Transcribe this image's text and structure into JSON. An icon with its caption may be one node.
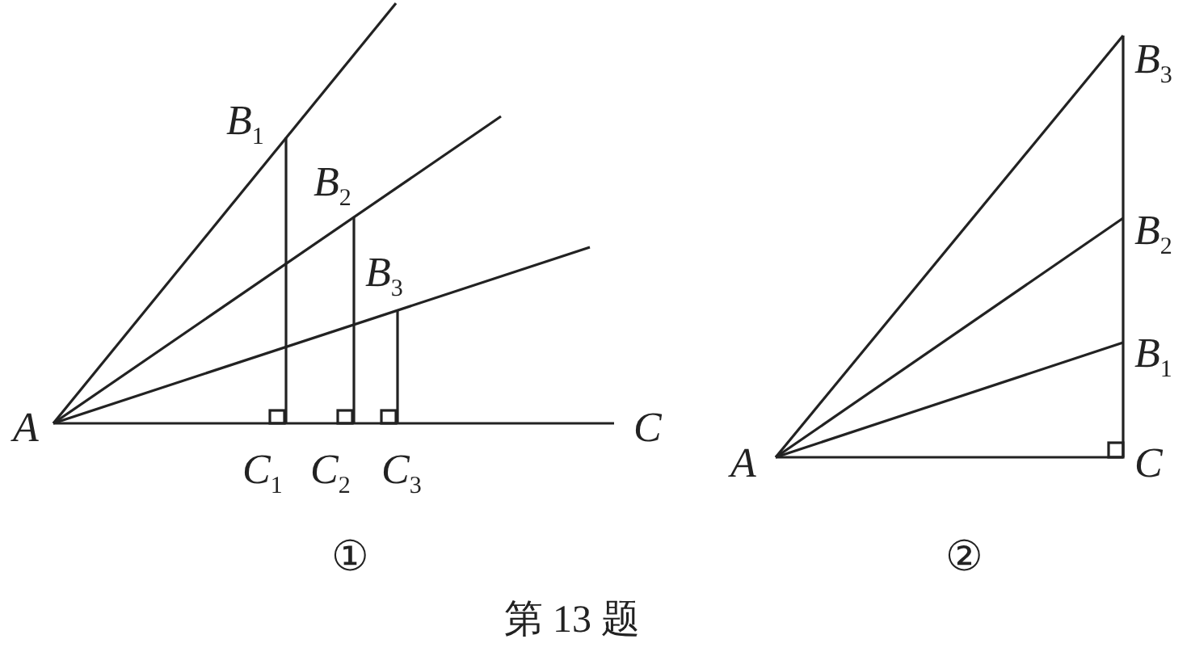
{
  "diagram": {
    "caption": "第 13 题",
    "labels": [
      "B$_{1}$",
      "B$_{2}$",
      "B$_{3}$",
      "A",
      "C$_{1}$",
      "C$_{2}$",
      "C$_{3}$",
      "C",
      "①",
      "B$_{3}$",
      "B$_{2}$",
      "B$_{1}$",
      "A",
      "C",
      "②"
    ]
  }
}
